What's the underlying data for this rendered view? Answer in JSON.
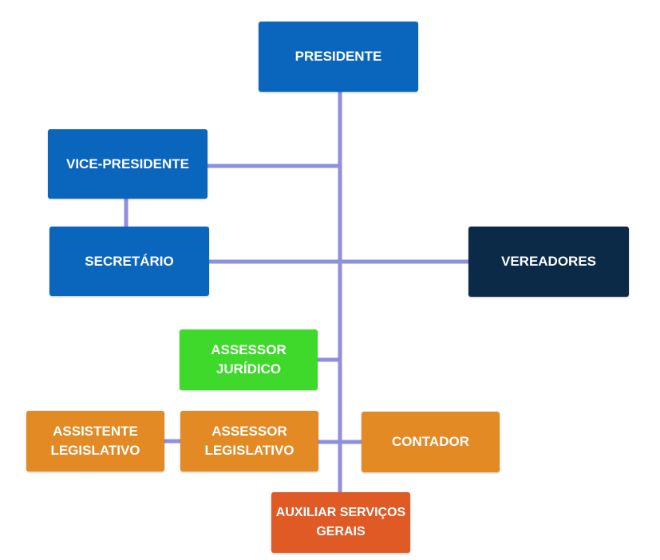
{
  "colors": {
    "connector": "#8f8fe0",
    "executive": "#0a66bd",
    "council": "#0b2a47",
    "legal": "#3fd92b",
    "support": "#e38a25",
    "general_services": "#e05a26",
    "text": "#ffffff"
  },
  "nodes": {
    "presidente": "PRESIDENTE",
    "vice_presidente": "VICE-PRESIDENTE",
    "secretario": "SECRETÁRIO",
    "vereadores": "VEREADORES",
    "assessor_juridico": "ASSESSOR JURÍDICO",
    "assistente_legislativo": "ASSISTENTE LEGISLATIVO",
    "assessor_legislativo": "ASSESSOR LEGISLATIVO",
    "contador": "CONTADOR",
    "auxiliar_servicos_gerais": "AUXILIAR SERVIÇOS GERAIS"
  },
  "edges": [
    [
      "presidente",
      "vice_presidente"
    ],
    [
      "vice_presidente",
      "secretario"
    ],
    [
      "presidente",
      "secretario"
    ],
    [
      "presidente",
      "vereadores"
    ],
    [
      "presidente",
      "assessor_juridico"
    ],
    [
      "presidente",
      "assessor_legislativo"
    ],
    [
      "presidente",
      "contador"
    ],
    [
      "assessor_legislativo",
      "assistente_legislativo"
    ],
    [
      "presidente",
      "auxiliar_servicos_gerais"
    ]
  ]
}
